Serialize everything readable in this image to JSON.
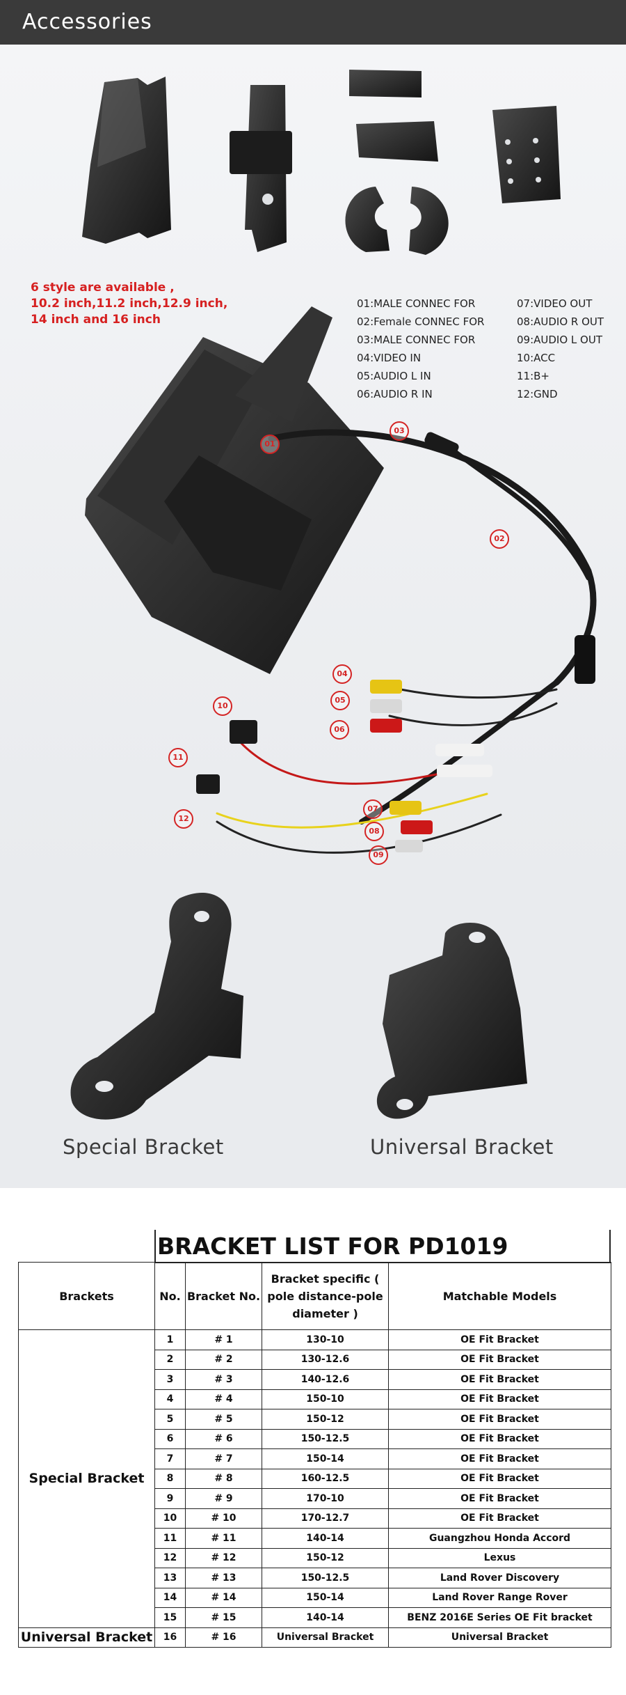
{
  "header": {
    "title": "Accessories"
  },
  "accessories": {
    "sizes_text": [
      "6 style are available ,",
      "10.2 inch,11.2 inch,12.9 inch,",
      "14 inch and 16 inch"
    ],
    "connectors": [
      "01:MALE CONNEC FOR",
      "02:Female CONNEC FOR",
      "03:MALE CONNEC FOR",
      "04:VIDEO IN",
      "05:AUDIO L IN",
      "06:AUDIO R IN",
      "07:VIDEO OUT",
      "08:AUDIO R OUT",
      "09:AUDIO L OUT",
      "10:ACC",
      "11:B+",
      "12:GND"
    ],
    "callouts": [
      "01",
      "02",
      "03",
      "04",
      "05",
      "06",
      "07",
      "08",
      "09",
      "10",
      "11",
      "12"
    ]
  },
  "brackets": {
    "special_label": "Special Bracket",
    "universal_label": "Universal Bracket"
  },
  "bracket_list": {
    "title": "BRACKET LIST FOR PD1019",
    "headers": {
      "brackets": "Brackets",
      "no": "No.",
      "bracket_no": "Bracket No.",
      "spec": "Bracket specific ( pole distance-pole diameter )",
      "models": "Matchable Models"
    },
    "groups": {
      "special": "Special Bracket",
      "universal": "Universal Bracket"
    },
    "rows": [
      {
        "no": "1",
        "bracket_no": "# 1",
        "spec": "130-10",
        "models": "OE Fit Bracket"
      },
      {
        "no": "2",
        "bracket_no": "# 2",
        "spec": "130-12.6",
        "models": "OE Fit Bracket"
      },
      {
        "no": "3",
        "bracket_no": "# 3",
        "spec": "140-12.6",
        "models": "OE Fit Bracket"
      },
      {
        "no": "4",
        "bracket_no": "# 4",
        "spec": "150-10",
        "models": "OE Fit Bracket"
      },
      {
        "no": "5",
        "bracket_no": "# 5",
        "spec": "150-12",
        "models": "OE Fit Bracket"
      },
      {
        "no": "6",
        "bracket_no": "# 6",
        "spec": "150-12.5",
        "models": "OE Fit Bracket"
      },
      {
        "no": "7",
        "bracket_no": "# 7",
        "spec": "150-14",
        "models": "OE Fit Bracket"
      },
      {
        "no": "8",
        "bracket_no": "# 8",
        "spec": "160-12.5",
        "models": "OE Fit Bracket"
      },
      {
        "no": "9",
        "bracket_no": "# 9",
        "spec": "170-10",
        "models": "OE Fit Bracket"
      },
      {
        "no": "10",
        "bracket_no": "# 10",
        "spec": "170-12.7",
        "models": "OE Fit Bracket"
      },
      {
        "no": "11",
        "bracket_no": "# 11",
        "spec": "140-14",
        "models": "Guangzhou Honda Accord"
      },
      {
        "no": "12",
        "bracket_no": "# 12",
        "spec": "150-12",
        "models": "Lexus"
      },
      {
        "no": "13",
        "bracket_no": "# 13",
        "spec": "150-12.5",
        "models": "Land Rover Discovery"
      },
      {
        "no": "14",
        "bracket_no": "# 14",
        "spec": "150-14",
        "models": "Land Rover Range Rover"
      },
      {
        "no": "15",
        "bracket_no": "# 15",
        "spec": "140-14",
        "models": "BENZ 2016E Series OE Fit bracket"
      },
      {
        "no": "16",
        "bracket_no": "# 16",
        "spec": "Universal Bracket",
        "models": "Universal Bracket"
      }
    ]
  }
}
